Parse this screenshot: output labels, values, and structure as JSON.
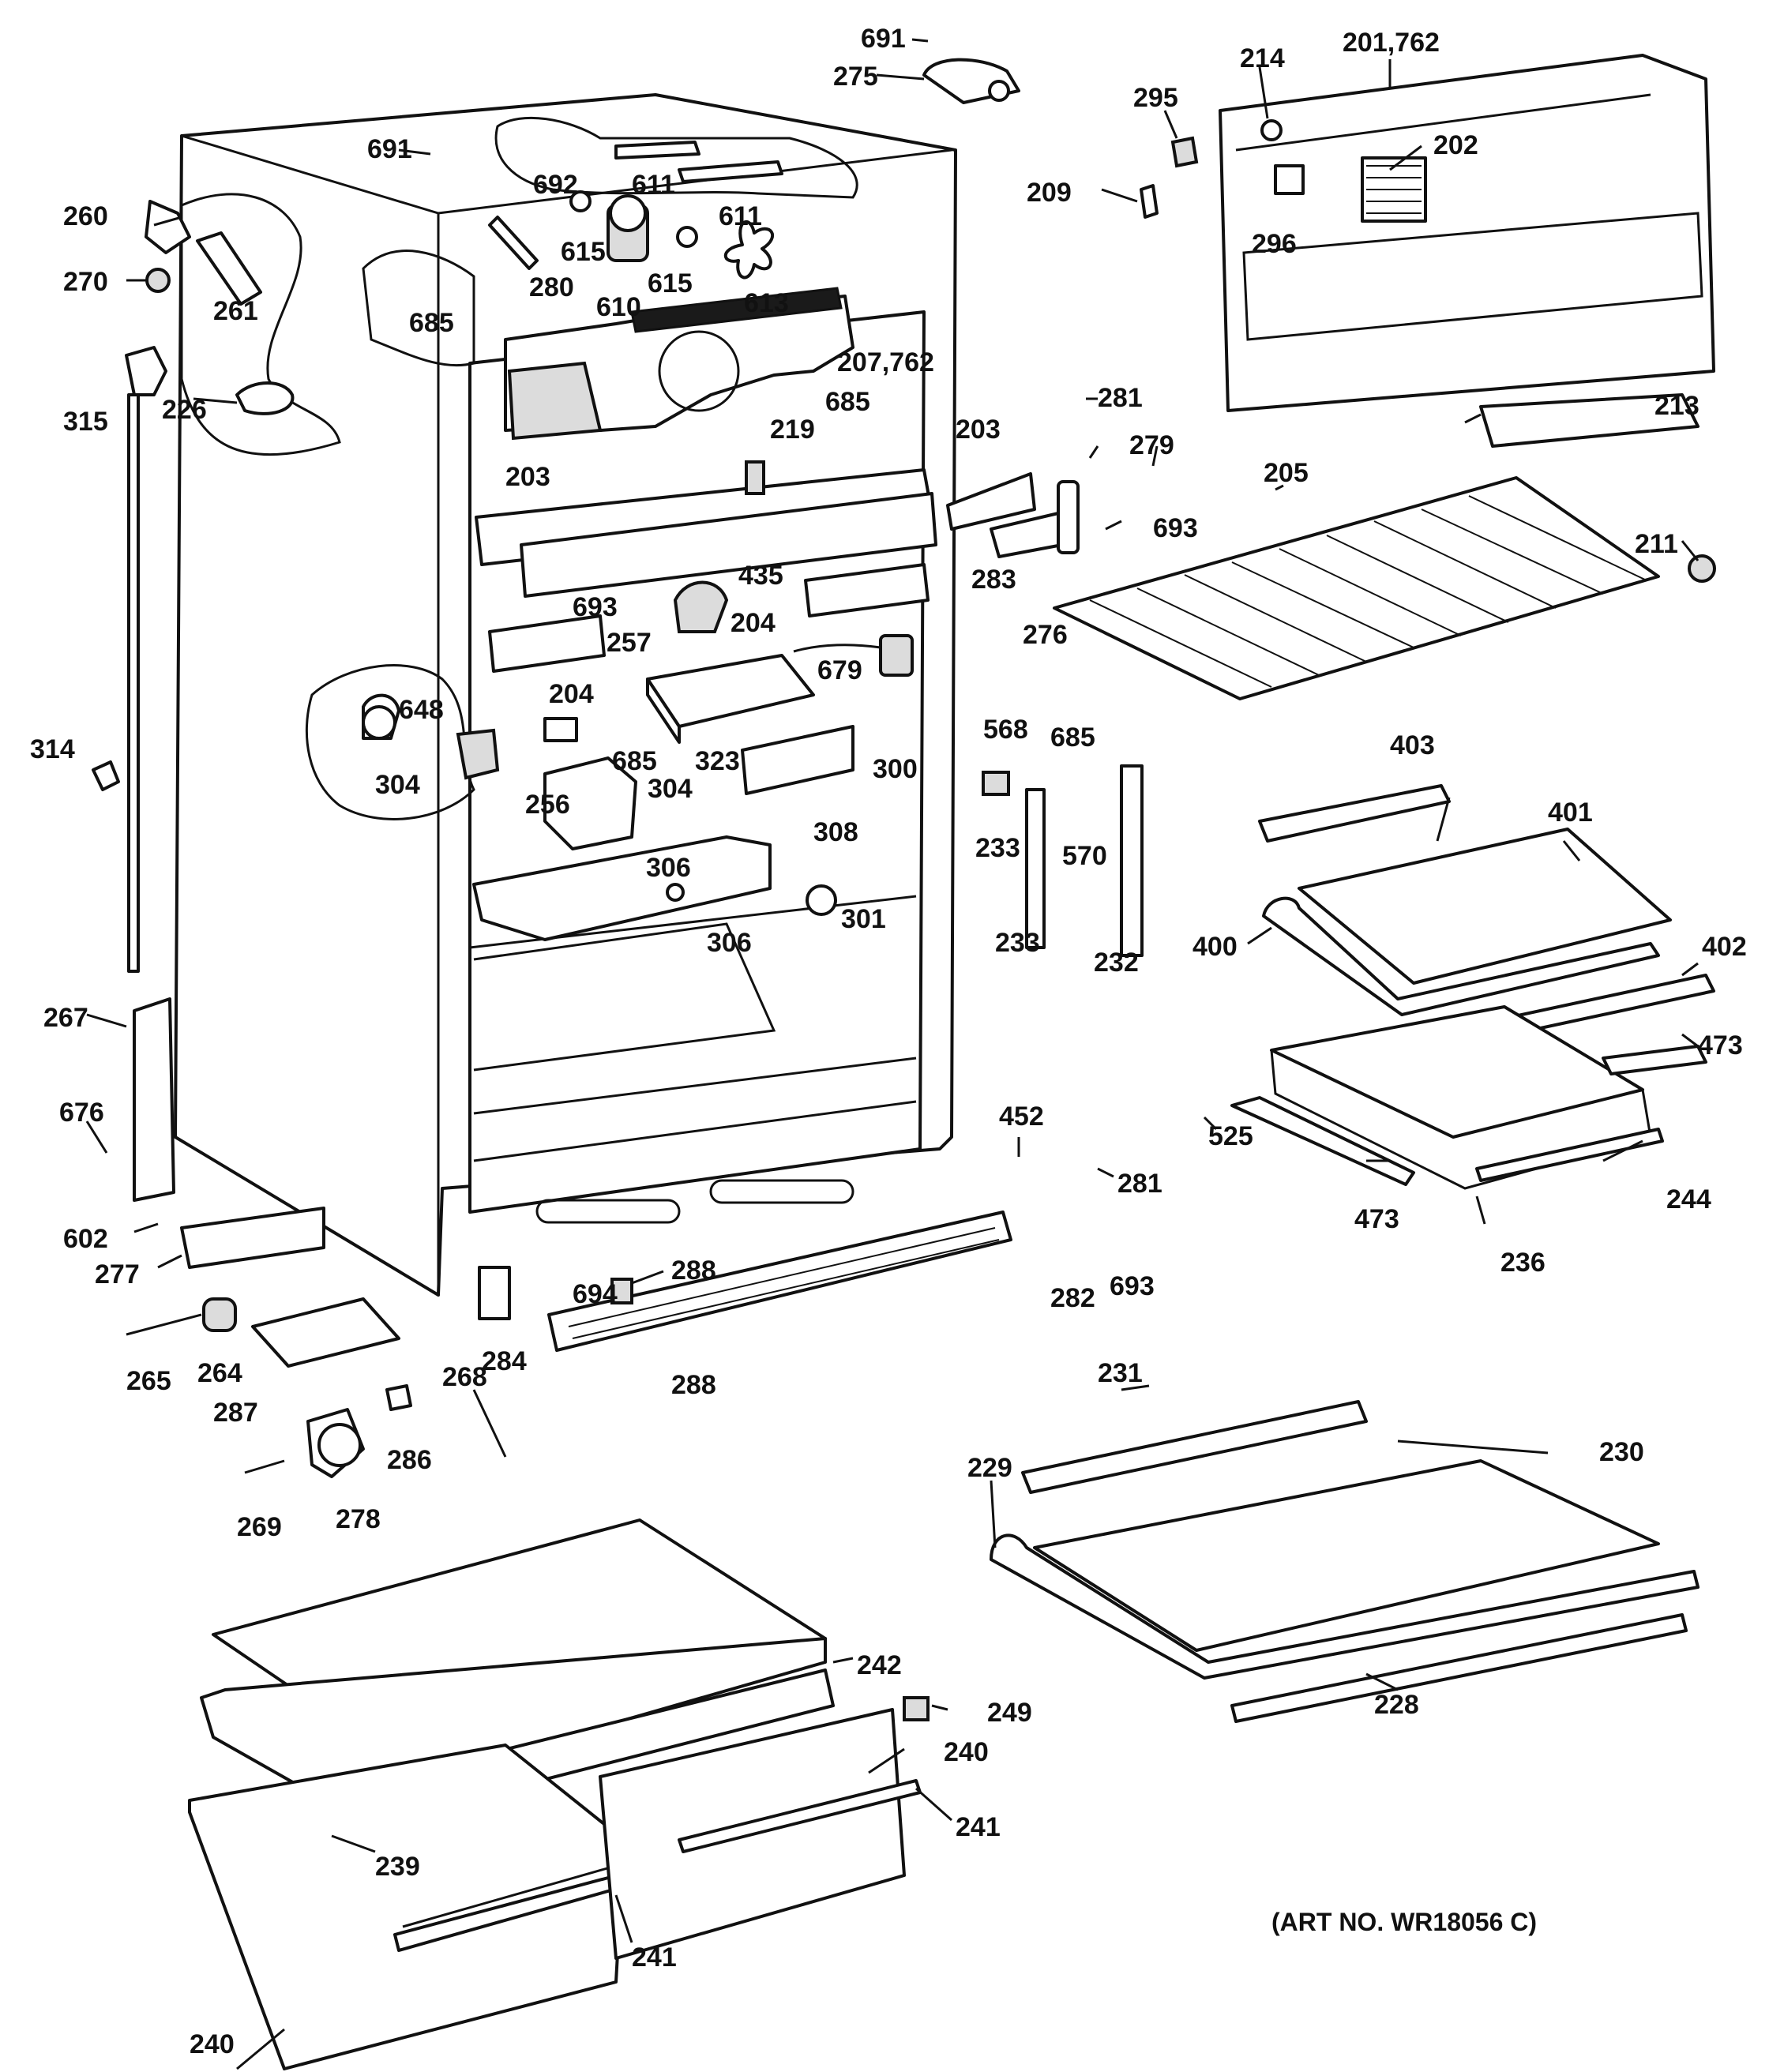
{
  "diagram": {
    "art_number": "(ART NO. WR18056 C)",
    "callouts": {
      "c691a": "691",
      "c275": "275",
      "c214": "214",
      "c201_762": "201,762",
      "c295": "295",
      "c202": "202",
      "c209": "209",
      "c296": "296",
      "c691b": "691",
      "c692": "692",
      "c611a": "611",
      "c611b": "611",
      "c260": "260",
      "c615a": "615",
      "c615b": "615",
      "c610": "610",
      "c613": "613",
      "c270": "270",
      "c280": "280",
      "c261": "261",
      "c685a": "685",
      "c207_762": "207,762",
      "c685b": "685",
      "c281a": "281",
      "c315": "315",
      "c226": "226",
      "c279": "279",
      "c213": "213",
      "c219": "219",
      "c203a": "203",
      "c203b": "203",
      "c205": "205",
      "c693a": "693",
      "c283": "283",
      "c211": "211",
      "c435": "435",
      "c693b": "693",
      "c204a": "204",
      "c276": "276",
      "c257": "257",
      "c679": "679",
      "c648": "648",
      "c204b": "204",
      "c568": "568",
      "c685c": "685",
      "c314": "314",
      "c323": "323",
      "c300": "300",
      "c685d": "685",
      "c403": "403",
      "c304a": "304",
      "c256": "256",
      "c304b": "304",
      "c401": "401",
      "c233a": "233",
      "c570": "570",
      "c308": "308",
      "c306a": "306",
      "c306b": "306",
      "c301": "301",
      "c400": "400",
      "c402": "402",
      "c233b": "233",
      "c232": "232",
      "c267": "267",
      "c473a": "473",
      "c676": "676",
      "c525": "525",
      "c452": "452",
      "c281b": "281",
      "c244": "244",
      "c473b": "473",
      "c602": "602",
      "c236": "236",
      "c277": "277",
      "c288a": "288",
      "c694": "694",
      "c282": "282",
      "c693c": "693",
      "c265": "265",
      "c264": "264",
      "c284": "284",
      "c288b": "288",
      "c287": "287",
      "c268": "268",
      "c231": "231",
      "c230": "230",
      "c286": "286",
      "c229": "229",
      "c269": "269",
      "c278": "278",
      "c242": "242",
      "c228": "228",
      "c249": "249",
      "c240a": "240",
      "c241a": "241",
      "c239": "239",
      "c241b": "241",
      "c240b": "240"
    }
  }
}
